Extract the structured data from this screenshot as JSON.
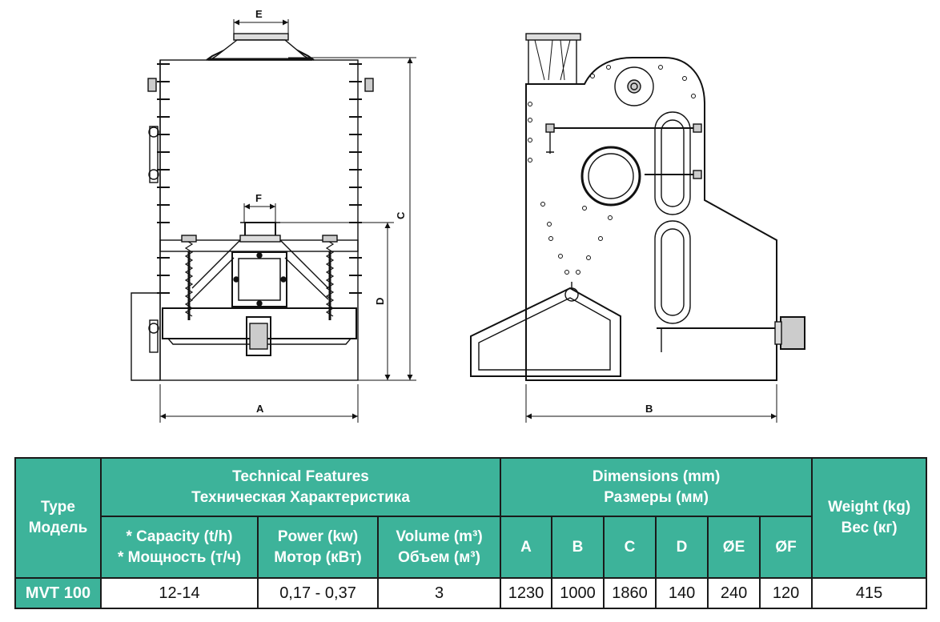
{
  "drawing": {
    "labels": {
      "e": "E",
      "f": "F",
      "c": "C",
      "d": "D",
      "a": "A",
      "b": "B"
    }
  },
  "table": {
    "type_header": [
      "Type",
      "Модель"
    ],
    "tech_header": [
      "Technical Features",
      "Техническая Характеристика"
    ],
    "dims_header": [
      "Dimensions (mm)",
      "Размеры (мм)"
    ],
    "weight_header": [
      "Weight (kg)",
      "Вес (кг)"
    ],
    "capacity_header": [
      "* Capacity (t/h)",
      "* Мощность (т/ч)"
    ],
    "power_header": [
      "Power (kw)",
      "Мотор (кВт)"
    ],
    "volume_header": [
      "Volume (m³)",
      "Объем (м³)"
    ],
    "dim_cols": [
      "A",
      "B",
      "C",
      "D",
      "ØE",
      "ØF"
    ],
    "row": {
      "type": "MVT 100",
      "capacity": "12-14",
      "power": "0,17 - 0,37",
      "volume": "3",
      "dims": [
        "1230",
        "1000",
        "1860",
        "140",
        "240",
        "120"
      ],
      "weight": "415"
    }
  },
  "colors": {
    "header_bg": "#3db39a",
    "header_text": "#ffffff",
    "line": "#1a1a1a"
  }
}
